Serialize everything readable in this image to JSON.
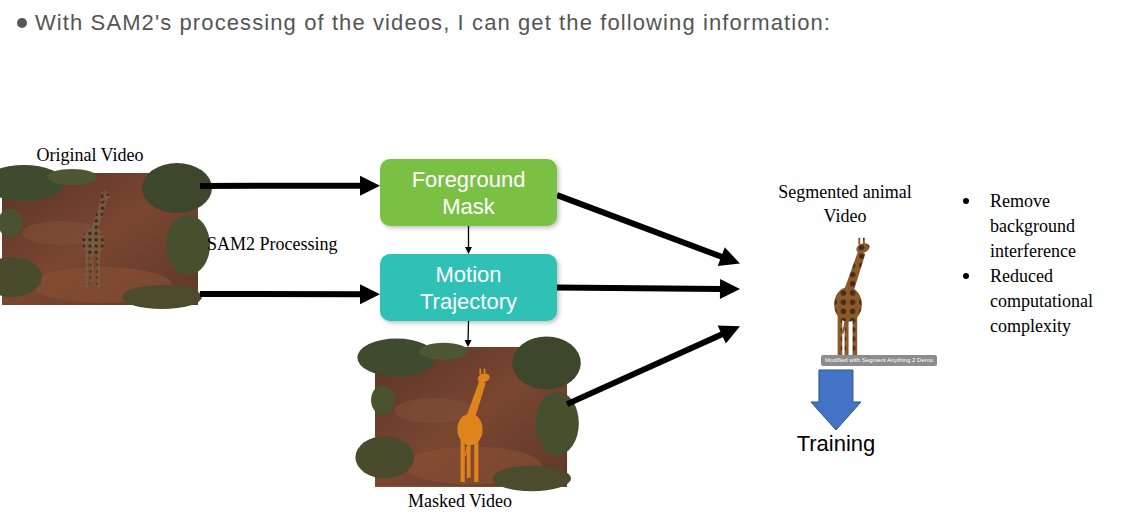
{
  "diagram": {
    "title": "With SAM2's processing of the videos, I can get the following information:",
    "nodes": [
      {
        "text": [
          "Original Video"
        ]
      },
      {
        "text": [
          "Foreground Mask"
        ]
      },
      {
        "text": [
          "Motion Trajectory"
        ]
      },
      {
        "text": [
          "Masked Video"
        ]
      },
      {
        "text": [
          "Segmented animal Video"
        ]
      },
      {
        "text": [
          "Training"
        ]
      }
    ],
    "edges": [
      {
        "from": 0,
        "to": 1,
        "arrow": "to"
      },
      {
        "from": 0,
        "to": 2,
        "arrow": "to"
      },
      {
        "from": 1,
        "to": 2,
        "arrow": "to"
      },
      {
        "from": 2,
        "to": 3,
        "arrow": "to"
      },
      {
        "from": 1,
        "to": 4,
        "arrow": "to"
      },
      {
        "from": 2,
        "to": 4,
        "arrow": "to"
      },
      {
        "from": 3,
        "to": 4,
        "arrow": "to"
      },
      {
        "from": 4,
        "to": 5,
        "arrow": "to"
      }
    ],
    "labels": [
      "SAM2 Processing",
      "Remove background interference",
      "Reduced computational complexity",
      "Modified with Segment Anything 2 Demo"
    ]
  }
}
